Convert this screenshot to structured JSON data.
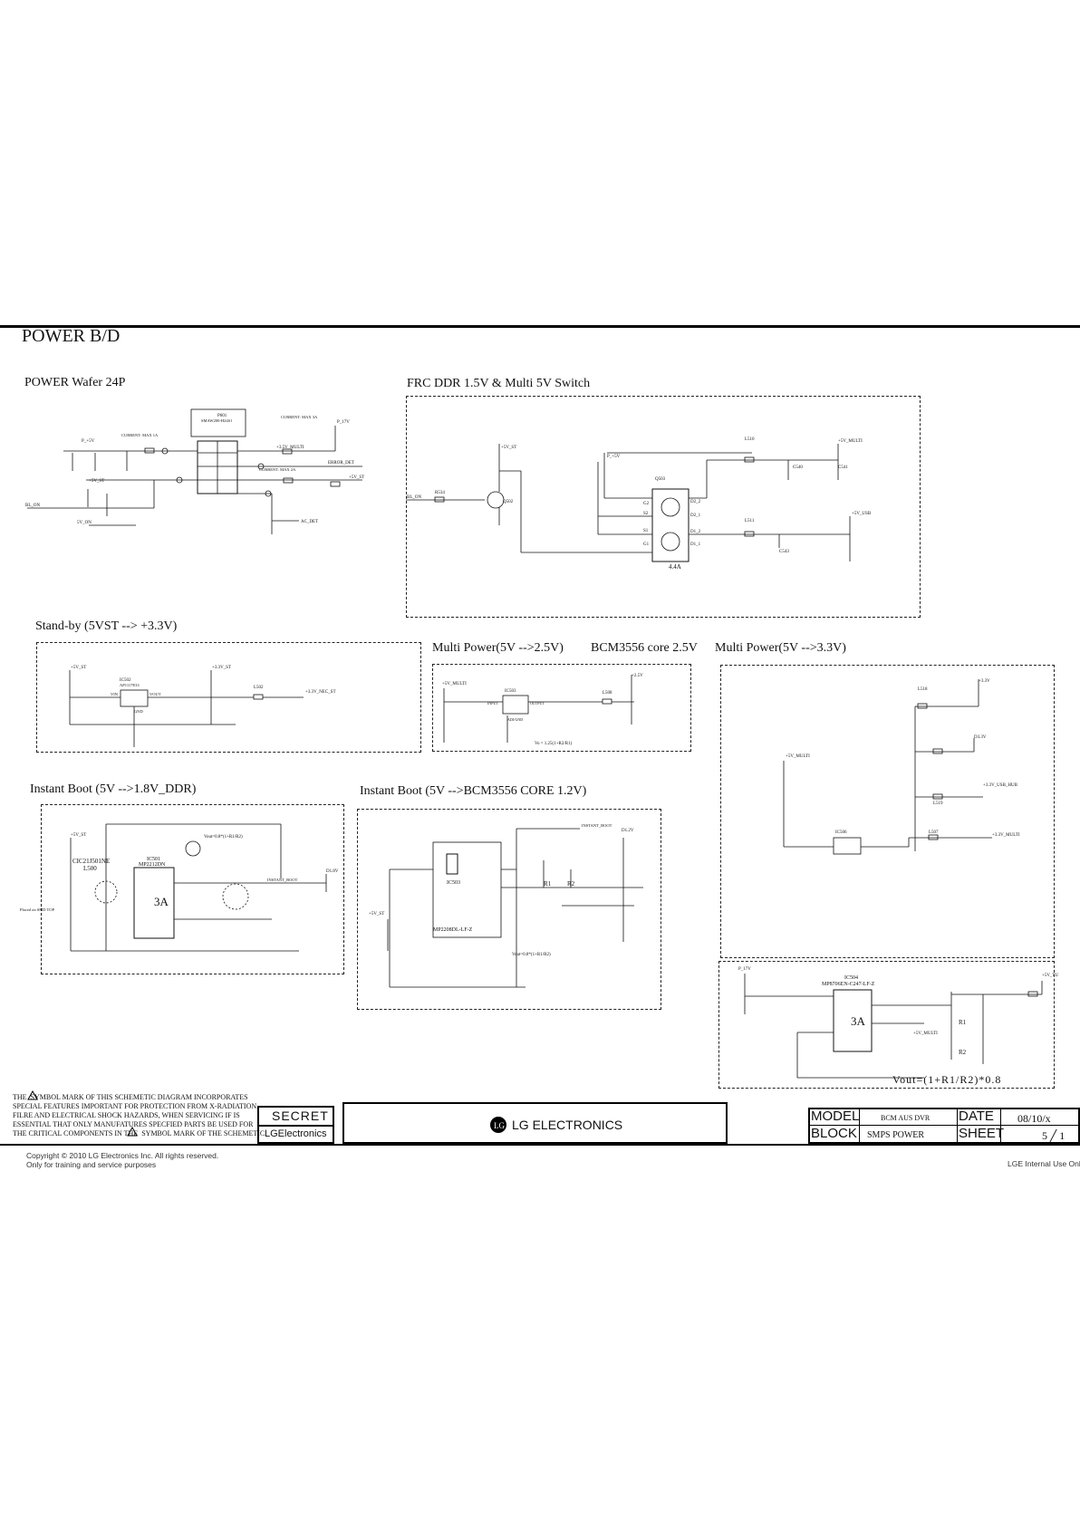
{
  "page_title": "POWER B/D",
  "sections": {
    "wafer": "POWER Wafer 24P",
    "frc": "FRC DDR 1.5V & Multi 5V Switch",
    "standby": "Stand-by (5VST --> +3.3V)",
    "multi25": "Multi Power(5V -->2.5V)",
    "bcm25": "BCM3556  core 2.5V",
    "multi33": "Multi Power(5V -->3.3V)",
    "boot18": "Instant Boot (5V -->1.8V_DDR)",
    "boot12": "Instant Boot (5V -->BCM3556 CORE 1.2V)"
  },
  "schematic": {
    "wafer_labels": [
      "P_+5V",
      "+5V_ST",
      "BL_ON",
      "5V_ON",
      "P_17V",
      "+3.5V_MULTI",
      "+5V_ST",
      "ERROR_DET",
      "AC_DET",
      "CURRENT: MAX 1A",
      "CURRENT: MAX 2A",
      "CURRENT: MAX 3A",
      "P601",
      "SMAW200-H24S1"
    ],
    "frc_labels": [
      "+5V_ST",
      "P_+5V",
      "+5V_MULTI",
      "+5V_USB",
      "BL_ON",
      "R534",
      "Q502",
      "4.4A",
      "Q503",
      "G2",
      "S2",
      "S1",
      "G1",
      "D2_2",
      "D2_1",
      "D1_2",
      "D1_1",
      "L510",
      "L511",
      "C540",
      "C541",
      "C543"
    ],
    "standby_labels": [
      "+5V_ST",
      "+3.3V_ST",
      "+3.3V_NEC_ST",
      "IC502",
      "AP1117E33",
      "VIN",
      "VOUT",
      "GND",
      "L502"
    ],
    "multi25_labels": [
      "+5V_MULTI",
      "+2.5V",
      "IC503",
      "INPUT",
      "OUTPUT",
      "ADJ/GND",
      "Vo = 1.25(1+R2/R1)",
      "L508"
    ],
    "multi33_labels": [
      "+3.3V",
      "+5V_MULTI",
      "D3.3V",
      "+3.3V_USB_HUB",
      "+3.3V_MULTI",
      "IC506",
      "L518",
      "L519",
      "L507"
    ],
    "boot18_labels": [
      "+5V_ST",
      "IC501",
      "MP2212DN",
      "3A",
      "CIC21J501NE",
      "L500",
      "D1.8V",
      "INSTANT_BOOT",
      "Vout=0.8*(1+R1/R2)",
      "Placed on SMD TOP"
    ],
    "boot12_labels": [
      "+5V_ST",
      "IC503",
      "MP2208DL-LF-Z",
      "INSTANT_BOOT",
      "D1.2V",
      "R1",
      "R2",
      "Vout=0.8*(1+R1/R2)"
    ],
    "ic504_labels": [
      "IC504",
      "MP8706EN-C247-LF-Z",
      "3A",
      "P_17V",
      "+5V_TU",
      "R1",
      "R2",
      "+5V_MULTI"
    ],
    "vout_formula": "Vout=(1+R1/R2)*0.8"
  },
  "warning": {
    "lines": [
      "THE  SYMBOL MARK OF THIS SCHEMETIC DIAGRAM INCORPORATES",
      "SPECIAL FEATURES IMPORTANT FOR PROTECTION FROM X-RADIATION.",
      "FILRE AND ELECTRICAL SHOCK HAZARDS, WHEN SERVICING IF IS",
      "ESSENTIAL THAT ONLY MANUFATURES SPECFIED PARTS BE USED FOR",
      "THE CRITICAL COMPONENTS IN THE  SYMBOL MARK OF THE SCHEMETIC."
    ]
  },
  "title_block": {
    "secret": "SECRET",
    "lg_small": "LGElectronics",
    "brand": "LG ELECTRONICS",
    "model_label": "MODEL",
    "model_value": "BCM AUS DVR",
    "block_label": "BLOCK",
    "block_value": "SMPS POWER",
    "date_label": "DATE",
    "date_value": "08/10/x",
    "sheet_label": "SHEET",
    "sheet_value": "5 ╱  1"
  },
  "footer": {
    "copyright": "Copyright © 2010 LG Electronics Inc. All rights reserved.",
    "training": "Only for training and service purposes",
    "internal": "LGE Internal Use Onl"
  }
}
